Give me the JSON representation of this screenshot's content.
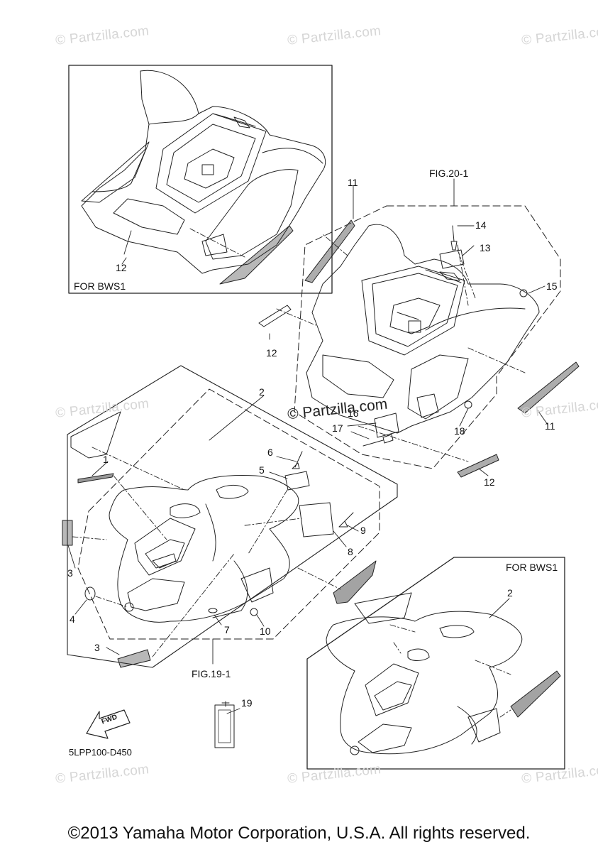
{
  "watermark": "© Partzilla.com",
  "center_watermark": "© Partzilla.com",
  "boxes": {
    "top_left_label": "FOR BWS1",
    "bottom_right_label": "FOR BWS1"
  },
  "figure_refs": {
    "fig20": "FIG.20-1",
    "fig19": "FIG.19-1"
  },
  "part_code": "5LPP100-D450",
  "fwd_arrow": "FWD",
  "callouts": [
    "1",
    "2",
    "3",
    "4",
    "5",
    "6",
    "7",
    "8",
    "9",
    "10",
    "11",
    "12",
    "13",
    "14",
    "15",
    "17",
    "18",
    "19"
  ],
  "copyright": "©2013 Yamaha Motor Corporation, U.S.A. All rights reserved.",
  "colors": {
    "line": "#222222",
    "watermark": "#d6d6d6"
  }
}
